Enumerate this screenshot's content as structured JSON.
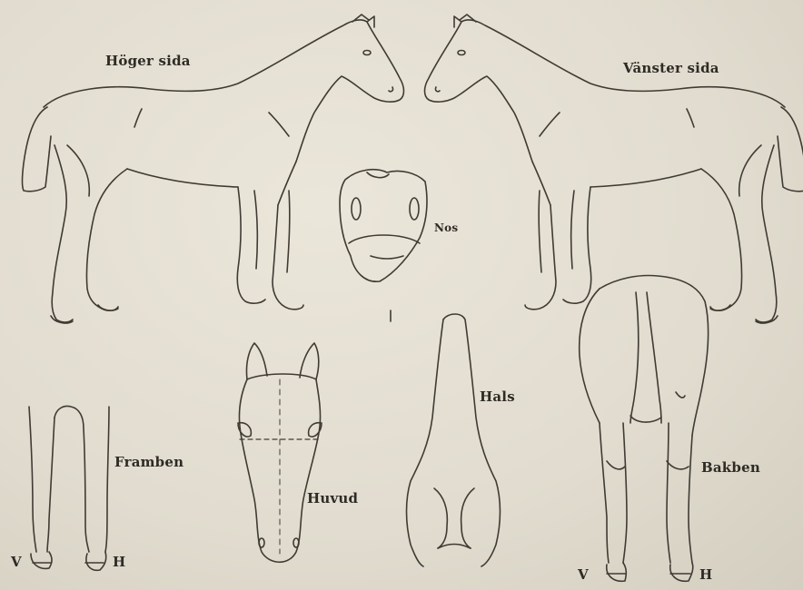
{
  "labels": {
    "right_side": "Höger sida",
    "left_side": "Vänster sida",
    "nose": "Nos",
    "neck": "Hals",
    "foreleg": "Framben",
    "head": "Huvud",
    "hindleg": "Bakben",
    "fore_v": "V",
    "fore_h": "H",
    "hind_v": "V",
    "hind_h": "H"
  },
  "colors": {
    "paper": "#e2ddd0",
    "ink": "#3a3730"
  }
}
